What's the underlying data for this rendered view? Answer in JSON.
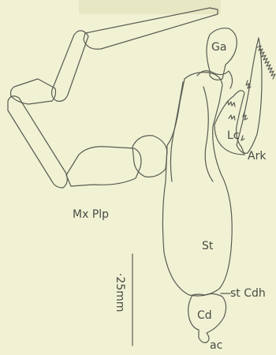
{
  "labels": {
    "galea": "Ga",
    "lacinia": "Lc",
    "ark": "Ark",
    "maxillary_palp": "Mx Plp",
    "stipes": "St",
    "stipes_cardo_hinge": "st Cdh",
    "cardo": "Cd",
    "ac": "ac"
  },
  "scale_bar": {
    "label": "·25mm"
  },
  "colors": {
    "paper": "#f1f2d4",
    "ink": "#5a5a52"
  }
}
